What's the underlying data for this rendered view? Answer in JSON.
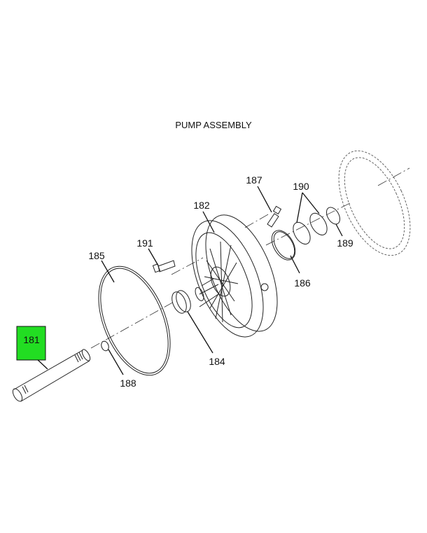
{
  "title": "PUMP ASSEMBLY",
  "highlight_color": "#22dd22",
  "callouts": {
    "p181": "181",
    "p182": "182",
    "p184": "184",
    "p185": "185",
    "p186": "186",
    "p187": "187",
    "p188": "188",
    "p189": "189",
    "p190": "190",
    "p191": "191"
  }
}
